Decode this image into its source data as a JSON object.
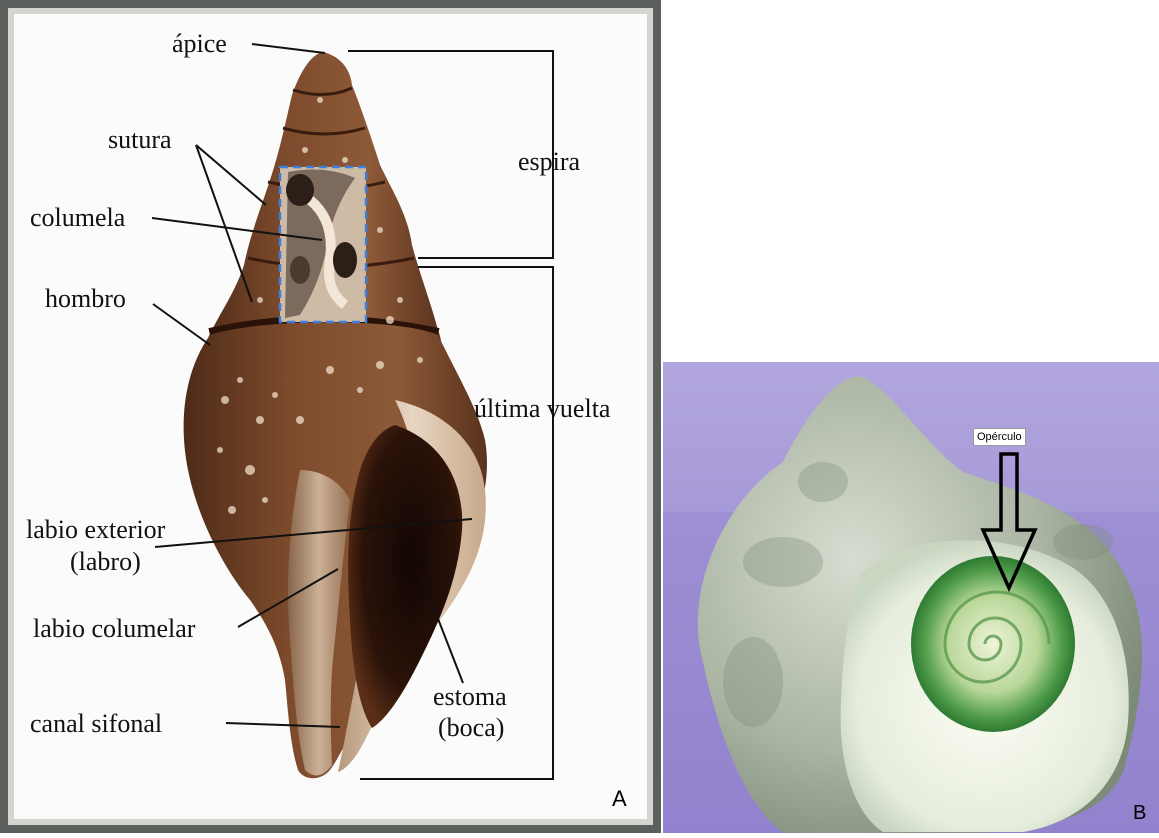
{
  "panel_a": {
    "labels": {
      "apice": "ápice",
      "sutura": "sutura",
      "columela": "columela",
      "hombro": "hombro",
      "labio_exterior": "labio exterior",
      "labro": "(labro)",
      "labio_columelar": "labio columelar",
      "canal_sifonal": "canal sifonal",
      "espira": "espira",
      "ultima_vuelta": "última vuelta",
      "estoma": "estoma",
      "boca": "(boca)"
    },
    "tag": "A"
  },
  "panel_b": {
    "opercle_label": "Opérculo",
    "tag": "B"
  },
  "colors": {
    "frame_dark": "#5b5f5b",
    "frame_light": "#d4d4d0",
    "bg_a": "#fbfbfb",
    "shell_brown": "#7a4a2c",
    "purple_bg": "#a99ad6",
    "dash_blue": "#3f7fdc"
  }
}
